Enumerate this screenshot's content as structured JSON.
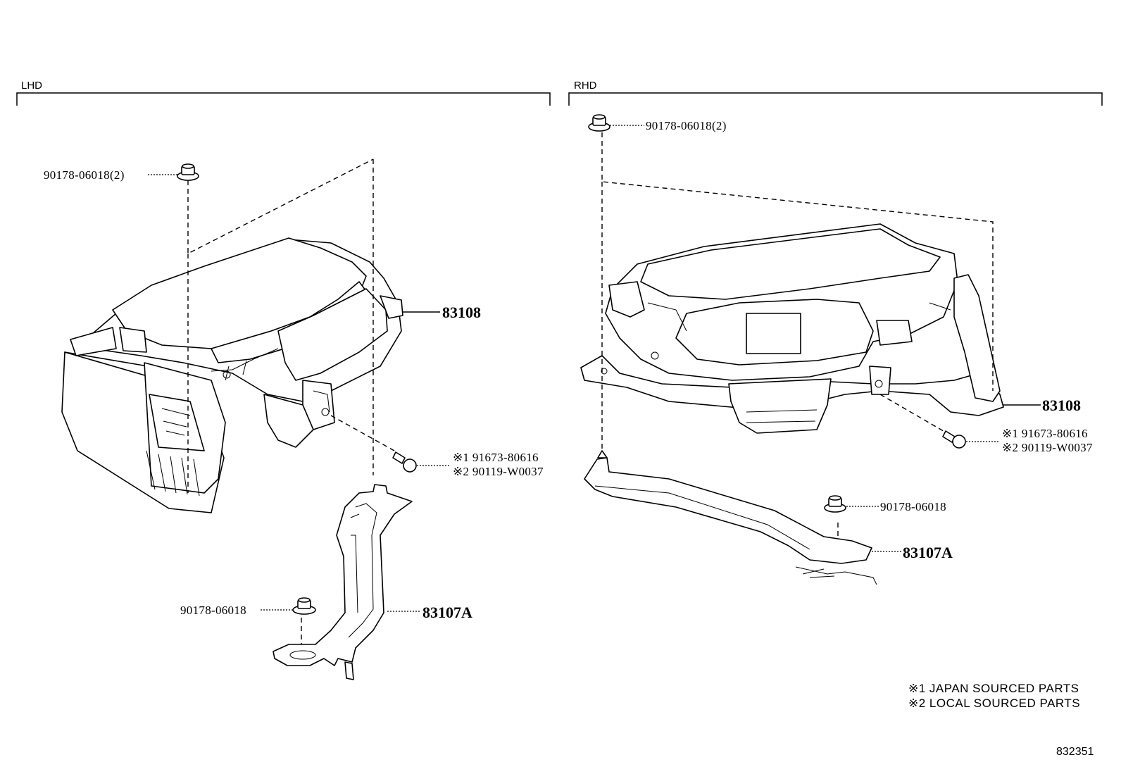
{
  "sections": {
    "lhd": {
      "label": "LHD"
    },
    "rhd": {
      "label": "RHD"
    }
  },
  "lhd_callouts": {
    "bolt_top": "90178-06018(2)",
    "box": "83108",
    "screw_line1": "※1 91673-80616",
    "screw_line2": "※2 90119-W0037",
    "bolt_bottom": "90178-06018",
    "bracket": "83107A"
  },
  "rhd_callouts": {
    "bolt_top": "90178-06018(2)",
    "box": "83108",
    "screw_line1": "※1 91673-80616",
    "screw_line2": "※2 90119-W0037",
    "bolt_mid": "90178-06018",
    "bracket": "83107A"
  },
  "legend": {
    "note1": "※1 JAPAN SOURCED PARTS",
    "note2": "※2 LOCAL SOURCED PARTS"
  },
  "illustration_number": "832351"
}
